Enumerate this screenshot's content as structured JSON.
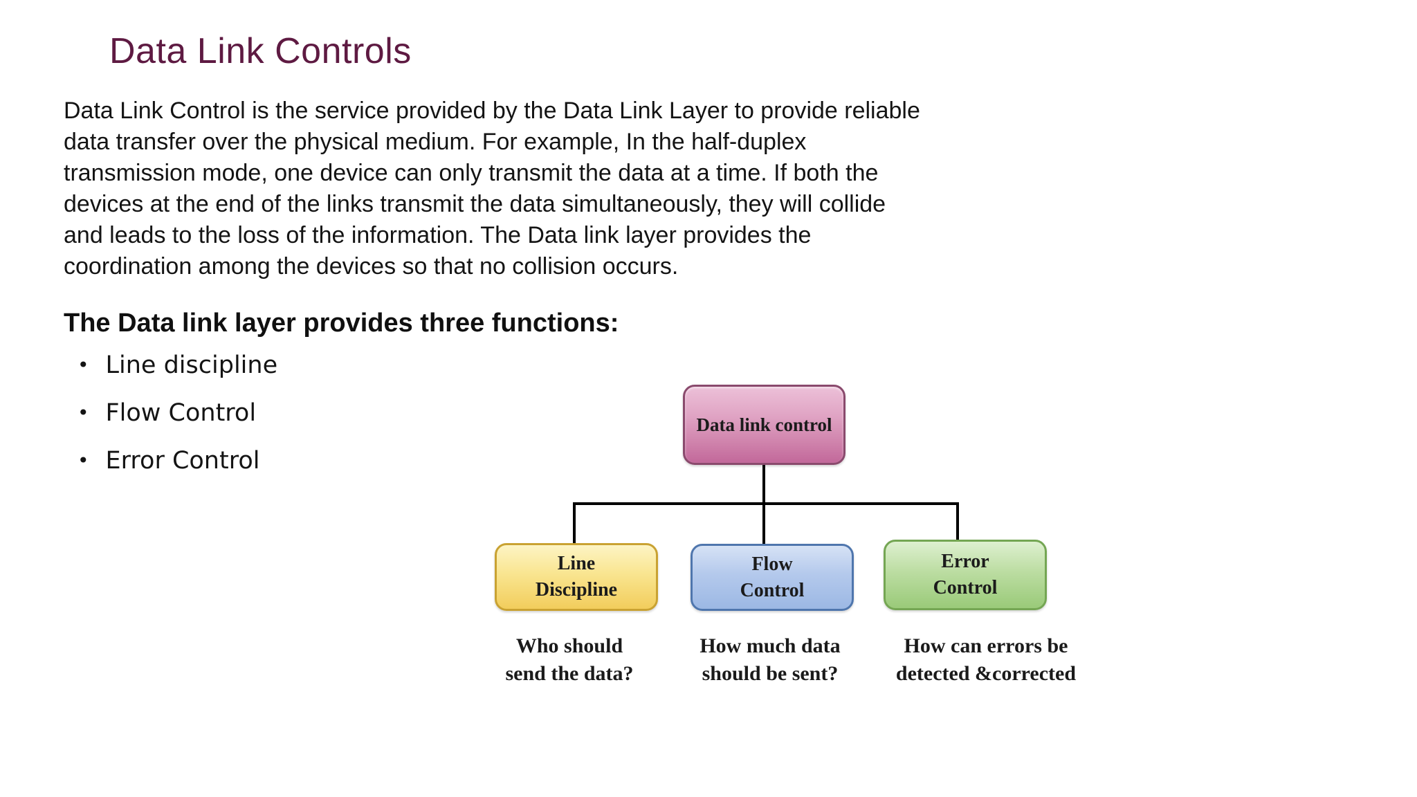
{
  "slide": {
    "title": "Data Link Controls",
    "paragraph": "Data Link Control is the service provided by the Data Link Layer to provide reliable\ndata transfer over the physical medium. For example, In the half-duplex\ntransmission mode, one device can only transmit the data at a time. If both the\ndevices at the end of the links transmit the data simultaneously, they will collide\nand leads to the loss of the information. The Data link layer provides the\ncoordination among the devices so that no collision occurs.",
    "functions_heading": "The Data link layer provides three functions:",
    "bullets": {
      "marker": "•",
      "items": [
        "Line discipline",
        "Flow Control",
        "Error Control"
      ]
    }
  },
  "diagram": {
    "root": {
      "label": "Data link control",
      "fill_top": "#ecc0d8",
      "fill_bottom": "#c2689a",
      "border_color": "#8a4a6d"
    },
    "children": [
      {
        "label": "Line\nDiscipline",
        "caption": "Who should\nsend the data?",
        "fill_top": "#fdf4c4",
        "fill_bottom": "#f2cd5c",
        "border_color": "#c9a232"
      },
      {
        "label": "Flow\nControl",
        "caption": "How much data\nshould be sent?",
        "fill_top": "#d6e2f5",
        "fill_bottom": "#9cb8e4",
        "border_color": "#4f76ad"
      },
      {
        "label": "Error\nControl",
        "caption": "How can errors be\ndetected &corrected",
        "fill_top": "#def0d0",
        "fill_bottom": "#9aca79",
        "border_color": "#74a653"
      }
    ],
    "connector_color": "#000000"
  },
  "colors": {
    "background": "#ffffff",
    "title_text": "#5e1a42",
    "body_text": "#141414"
  }
}
